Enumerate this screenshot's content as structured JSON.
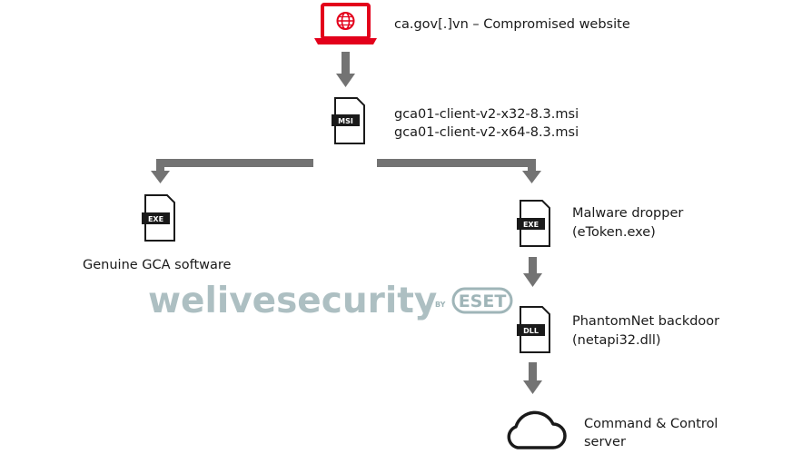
{
  "nodes": {
    "website": {
      "label": "ca.gov[.]vn – Compromised website"
    },
    "msi": {
      "badge": "MSI",
      "line1": "gca01-client-v2-x32-8.3.msi",
      "line2": "gca01-client-v2-x64-8.3.msi"
    },
    "genuine": {
      "badge": "EXE",
      "label": "Genuine GCA software"
    },
    "dropper": {
      "badge": "EXE",
      "line1": "Malware dropper",
      "line2": "(eToken.exe)"
    },
    "backdoor": {
      "badge": "DLL",
      "line1": "PhantomNet backdoor",
      "line2": "(netapi32.dll)"
    },
    "c2": {
      "line1": "Command & Control",
      "line2": "server"
    }
  },
  "watermark": {
    "brand": "welivesecurity",
    "by": "BY",
    "vendor": "ESET"
  },
  "colors": {
    "accent_red": "#e3001b",
    "arrow_gray": "#737373",
    "watermark": "#9fb5b8"
  }
}
